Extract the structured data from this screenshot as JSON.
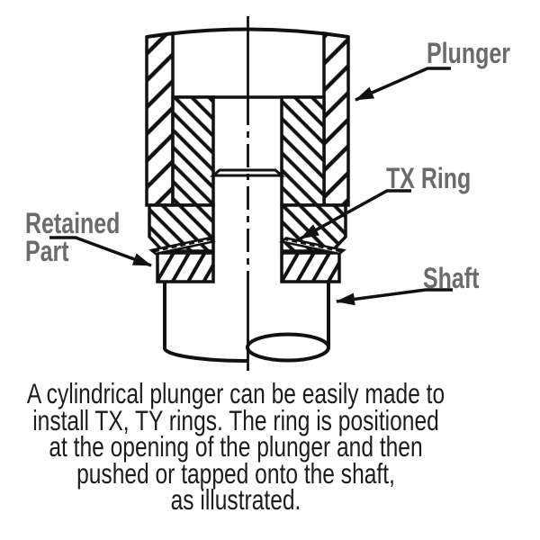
{
  "figure": {
    "type": "engineering-cross-section",
    "line_color": "#111111",
    "label_color": "#6b6b6b",
    "background_color": "#ffffff",
    "labels": {
      "plunger": "Plunger",
      "tx_ring": "TX Ring",
      "retained_part": {
        "line1": "Retained",
        "line2": "Part"
      },
      "shaft": "Shaft"
    },
    "parts_depicted": [
      "plunger-outer-wall-left",
      "plunger-outer-wall-right",
      "plunger-top-arc",
      "inner-sleeve-left",
      "inner-sleeve-right",
      "sleeve-band-left",
      "sleeve-band-right",
      "tx-ring-left",
      "tx-ring-right",
      "retained-part-plate",
      "shaft",
      "centerline"
    ]
  },
  "caption": {
    "color": "#1c1c1c",
    "lines": [
      "A cylindrical plunger can be easily made to",
      "install TX, TY rings. The ring is positioned",
      "at the opening of the plunger and then",
      "pushed or tapped onto the shaft,",
      "as illustrated."
    ]
  }
}
